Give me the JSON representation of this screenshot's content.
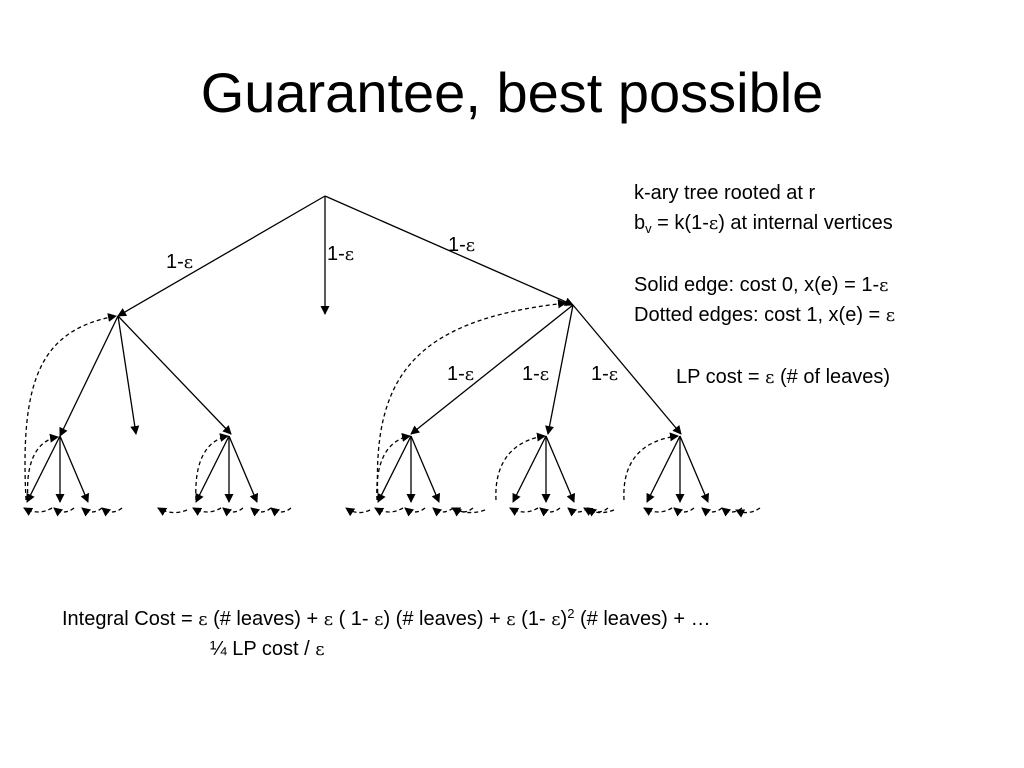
{
  "slide": {
    "title": "Guarantee, best possible"
  },
  "edge_labels": {
    "one_minus": "1-",
    "epsilon": "ε"
  },
  "info": {
    "tree_desc": "k-ary tree rooted at r",
    "b_prefix": "b",
    "b_sub": "v",
    "b_mid": " = k(1-",
    "b_suffix": ") at internal vertices",
    "solid_edge": "Solid edge:  cost 0,  x(e) = 1-",
    "dotted_edges": "Dotted edges: cost 1,  x(e) = ",
    "lp_cost_prefix": "LP cost =  ",
    "lp_cost_suffix": " (# of leaves)"
  },
  "integral": {
    "label": "Integral Cost =   ",
    "t1": " (# leaves)  +  ",
    "t2": " ( 1- ",
    "t3": ") (# leaves) +  ",
    "t4": " (1- ",
    "t5": ")",
    "sup": "2",
    "t6": " (# leaves) +  …",
    "line2_prefix": "¼   LP cost / "
  }
}
